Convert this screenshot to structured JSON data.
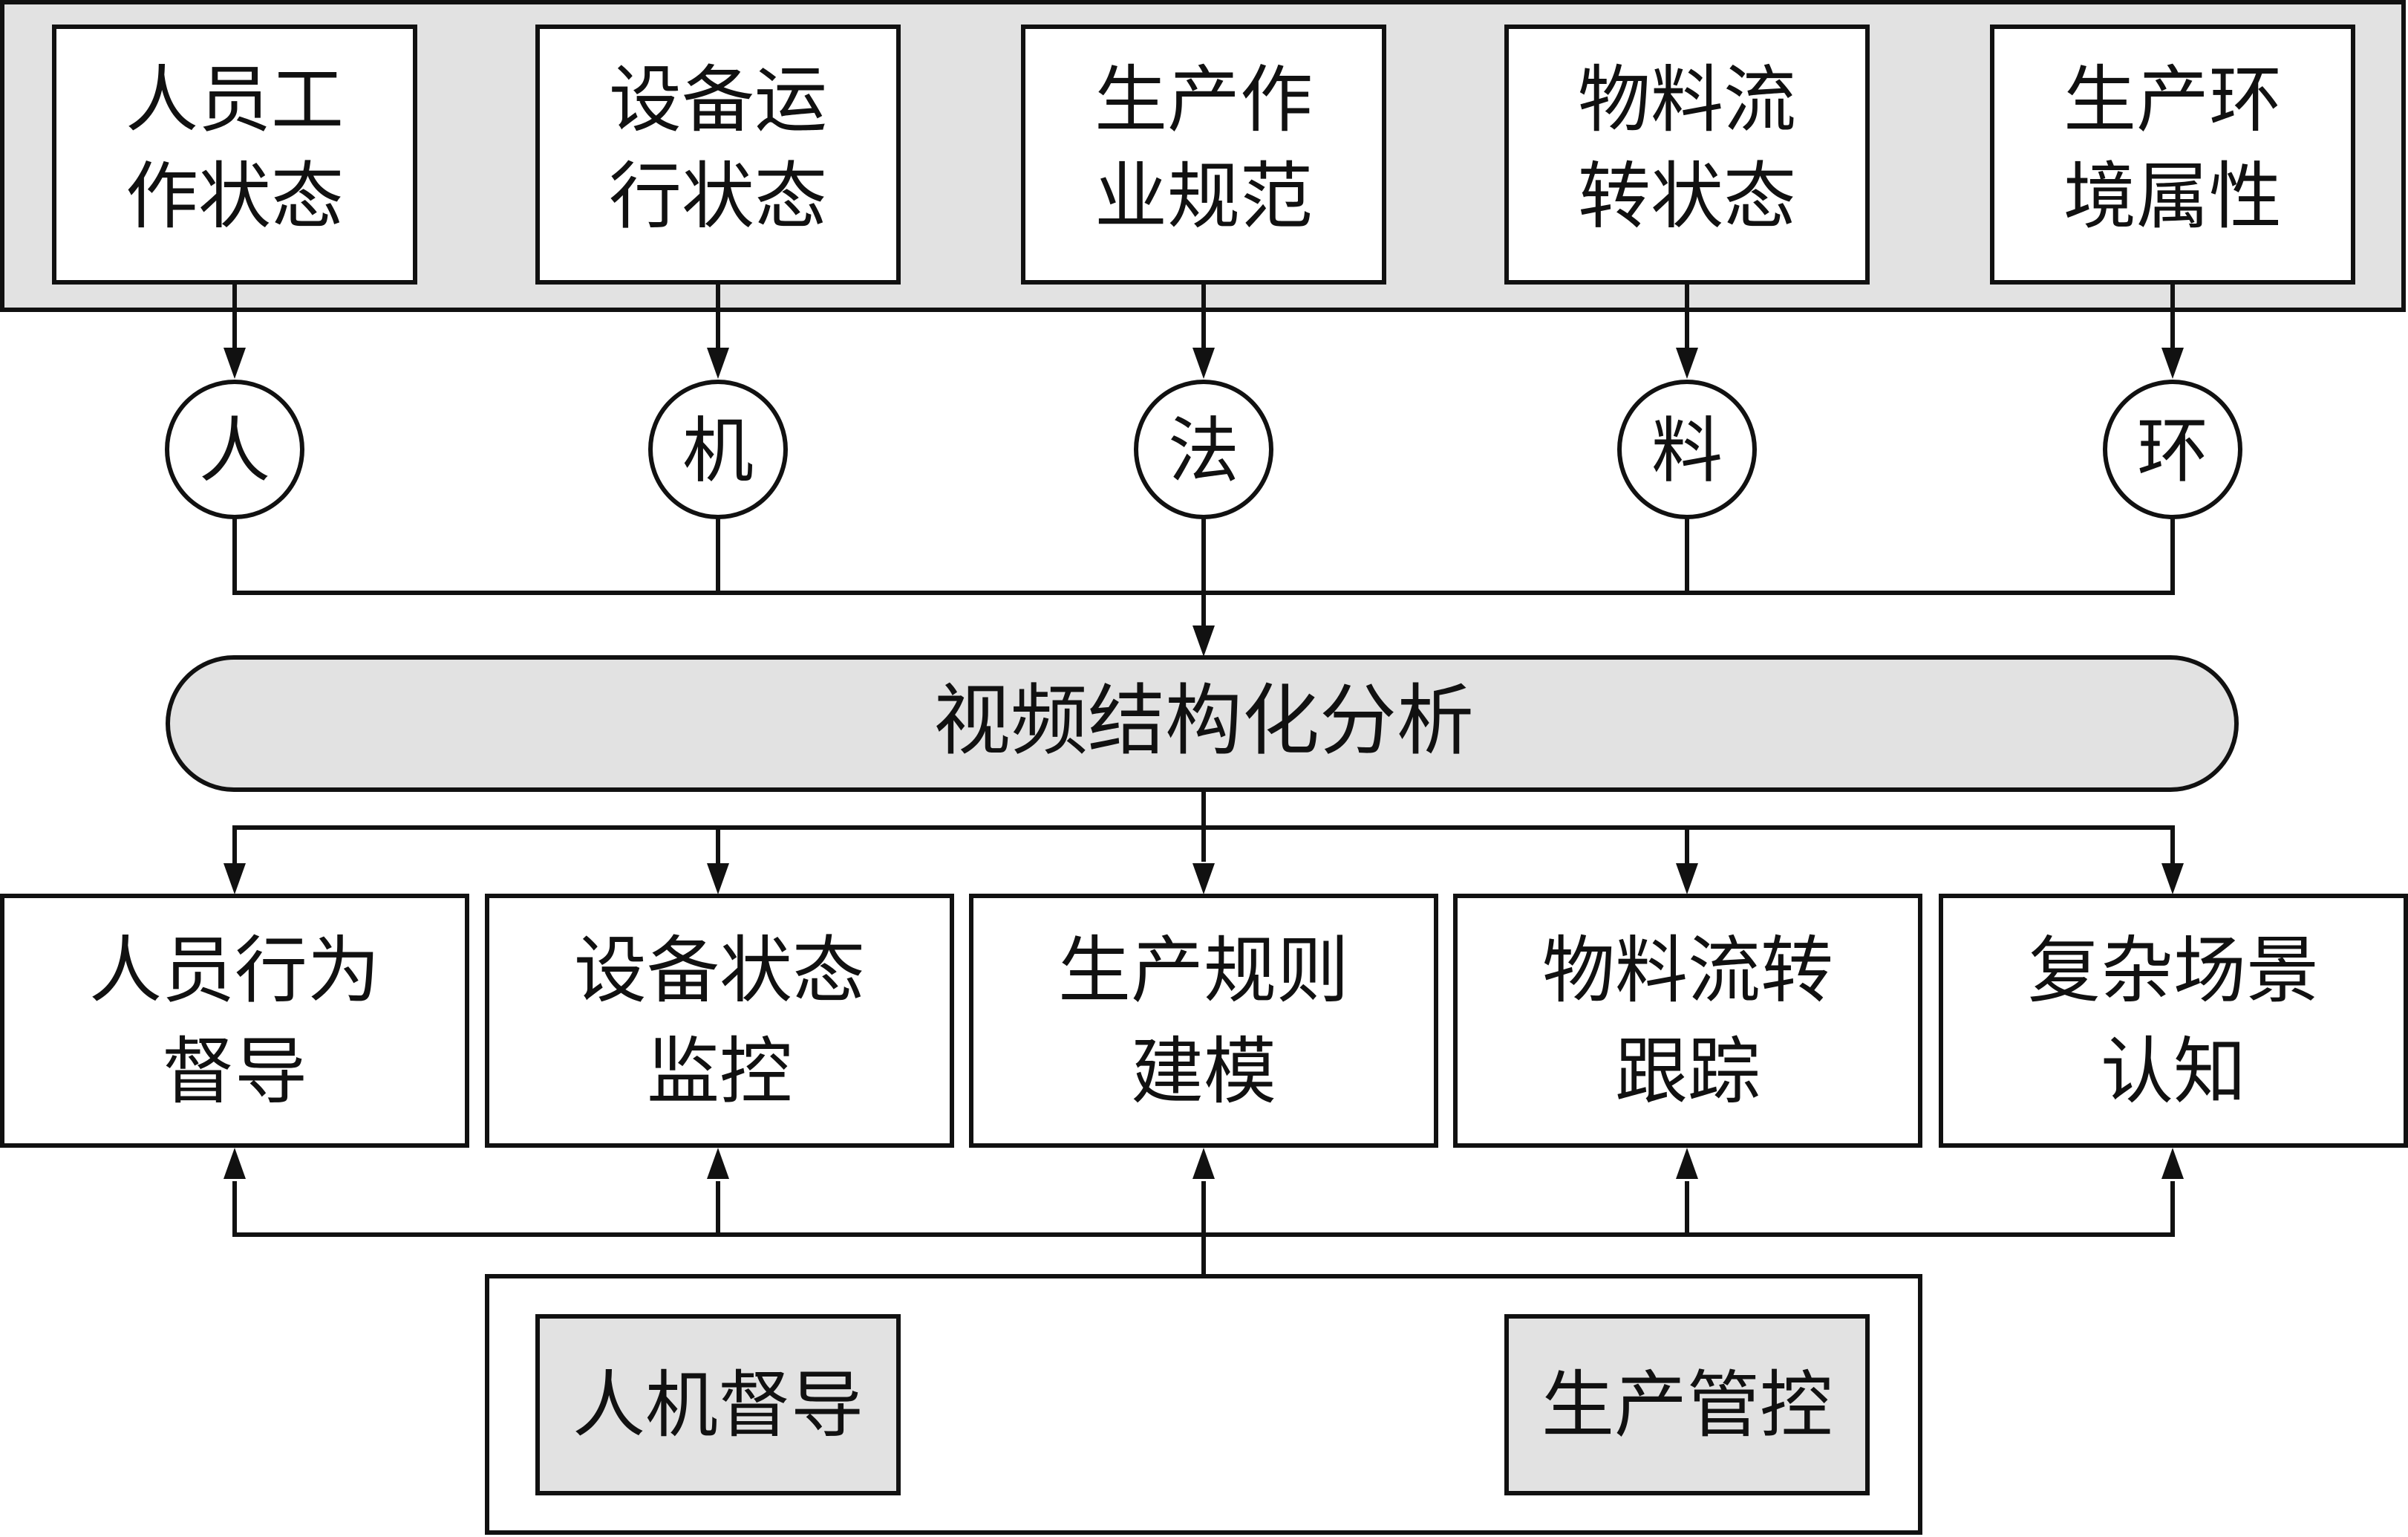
{
  "factor_sources": [
    {
      "line1": "人员工",
      "line2": "作状态"
    },
    {
      "line1": "设备运",
      "line2": "行状态"
    },
    {
      "line1": "生产作",
      "line2": "业规范"
    },
    {
      "line1": "物料流",
      "line2": "转状态"
    },
    {
      "line1": "生产环",
      "line2": "境属性"
    }
  ],
  "factors": [
    "人",
    "机",
    "法",
    "料",
    "环"
  ],
  "core": {
    "label": "视频结构化分析"
  },
  "applications": [
    {
      "line1": "人员行为",
      "line2": "督导"
    },
    {
      "line1": "设备状态",
      "line2": "监控"
    },
    {
      "line1": "生产规则",
      "line2": "建模"
    },
    {
      "line1": "物料流转",
      "line2": "跟踪"
    },
    {
      "line1": "复杂场景",
      "line2": "认知"
    }
  ],
  "goals": [
    "人机督导",
    "生产管控"
  ]
}
